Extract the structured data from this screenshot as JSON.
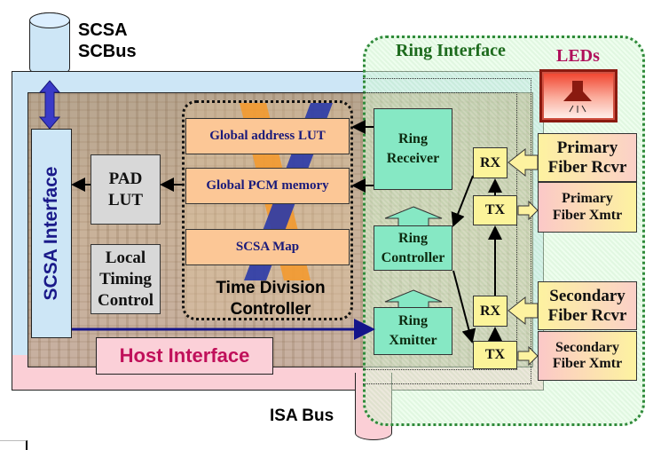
{
  "diagram": {
    "scsa_bus": {
      "line1": "SCSA",
      "line2": "SCBus"
    },
    "isa_bus_label": "ISA Bus",
    "scsa_interface_label": "SCSA Interface",
    "pad_lut": {
      "line1": "PAD",
      "line2": "LUT"
    },
    "local_timing": {
      "line1": "Local",
      "line2": "Timing",
      "line3": "Control"
    },
    "host_interface_label": "Host Interface",
    "time_division_controller": {
      "title_line1": "Time Division",
      "title_line2": "Controller",
      "blocks": [
        "Global address LUT",
        "Global PCM memory",
        "SCSA Map"
      ]
    },
    "ring_interface": {
      "title": "Ring Interface",
      "receiver": {
        "line1": "Ring",
        "line2": "Receiver"
      },
      "controller": {
        "line1": "Ring",
        "line2": "Controller"
      },
      "xmitter": {
        "line1": "Ring",
        "line2": "Xmitter"
      },
      "rx_label": "RX",
      "tx_label": "TX"
    },
    "leds_label": "LEDs",
    "primary_rcvr": {
      "line1": "Primary",
      "line2": "Fiber Rcvr"
    },
    "primary_xmtr": {
      "line1": "Primary",
      "line2": "Fiber Xmtr"
    },
    "secondary_rcvr": {
      "line1": "Secondary",
      "line2": "Fiber Rcvr"
    },
    "secondary_xmtr": {
      "line1": "Secondary",
      "line2": "Fiber Xmtr"
    },
    "colors": {
      "ring_title": "#1d6b1d",
      "leds_title": "#b0105a",
      "host_interface_text": "#c0105a",
      "scsa_interface_text": "#1a1a8a",
      "arrow_blue": "#14148a"
    }
  }
}
